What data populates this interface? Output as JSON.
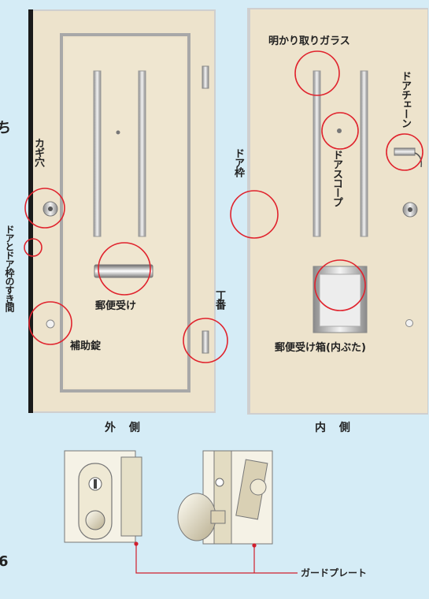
{
  "labels": {
    "outside_side": "外 側",
    "inside_side": "内 側",
    "keyhole": "カギ穴",
    "gap": "ドアとドア枠のすき間",
    "mail_slot": "郵便受け",
    "aux_lock": "補助錠",
    "hinge": "丁番",
    "door_frame": "ドア枠",
    "skylight_glass": "明かり取りガラス",
    "door_chain": "ドアチェーン",
    "door_scope": "ドアスコープ",
    "mail_box": "郵便受け箱(内ぶた)",
    "guard_plate": "ガードプレート"
  },
  "edge_glyphs": {
    "left_mid": "ち",
    "left_bottom": "6"
  },
  "colors": {
    "background": "#d5ecf6",
    "door": "#ede3cc",
    "frame": "#c7c7c7",
    "highlight_circle": "#e0232d",
    "guard_line": "#d11f2c"
  }
}
